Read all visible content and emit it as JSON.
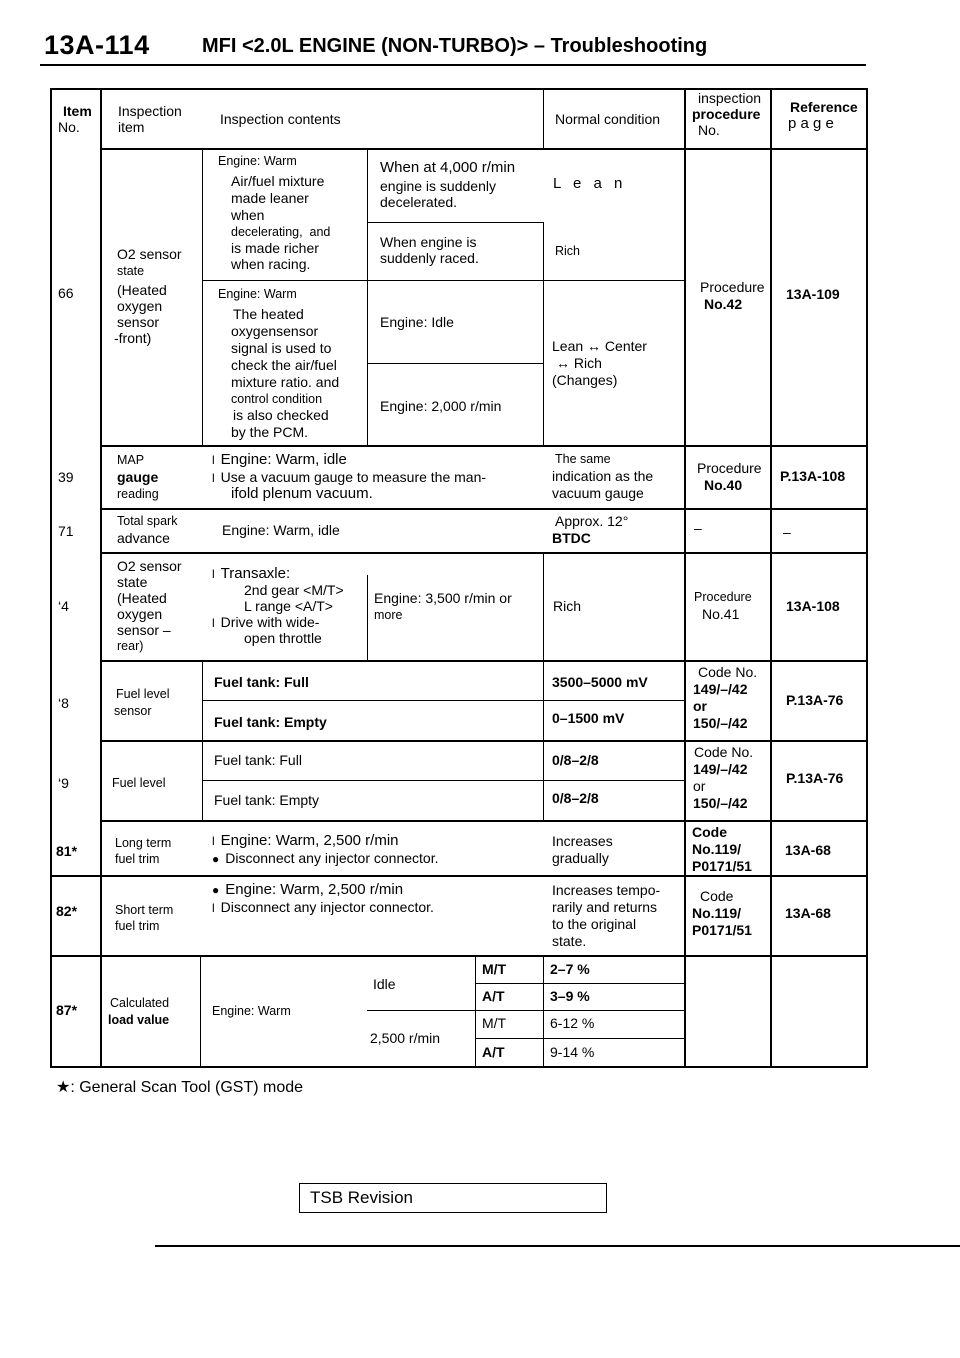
{
  "header": {
    "code": "13A-114",
    "title": "MFI <2.0L ENGINE (NON-TURBO)> – Troubleshooting"
  },
  "columns": {
    "item_no": [
      "Item",
      "No."
    ],
    "inspection_item": [
      "Inspection",
      "item"
    ],
    "inspection_contents": "Inspection contents",
    "normal_condition": "Normal condition",
    "procedure_no": [
      "inspection",
      "procedure",
      "No."
    ],
    "reference_page": [
      "Reference",
      "p a g e"
    ]
  },
  "rows": {
    "r66": {
      "no": "66",
      "item": [
        "O2 sensor",
        "state",
        "(Heated",
        "oxygen",
        "sensor",
        "-front)"
      ],
      "c1_cond": "Engine: Warm",
      "c1_lines": [
        "Air/fuel mixture",
        "made leaner",
        "when",
        "decelerating,  and",
        "is made richer",
        "when racing."
      ],
      "c1_sub1": [
        "When at 4,000 r/min",
        "engine is suddenly",
        "decelerated."
      ],
      "c1_norm1": "L e a n",
      "c1_sub2": [
        "When engine is",
        "suddenly raced."
      ],
      "c1_norm2": "Rich",
      "c2_cond": "Engine: Warm",
      "c2_lines": [
        "The heated",
        "oxygensensor",
        "signal is used to",
        "check the air/fuel",
        "mixture ratio. and",
        "control condition",
        "is also checked",
        "by the PCM."
      ],
      "c2_sub1": "Engine: Idle",
      "c2_sub2": "Engine: 2,000 r/min",
      "c2_norm": [
        "Lean ↔ Center",
        "↔ Rich",
        "(Changes)"
      ],
      "procedure": [
        "Procedure",
        "No.42"
      ],
      "reference": "13A-109"
    },
    "r39": {
      "no": "39",
      "item": [
        "MAP",
        "gauge",
        "reading"
      ],
      "contents": [
        "Engine: Warm, idle",
        "Use a vacuum gauge to measure the man-",
        "ifold plenum vacuum."
      ],
      "normal": [
        "The same",
        "indication as the",
        "vacuum gauge"
      ],
      "procedure": [
        "Procedure",
        "No.40"
      ],
      "reference": "P.13A-108"
    },
    "r71": {
      "no": "71",
      "item": [
        "Total spark",
        "advance"
      ],
      "contents": "Engine: Warm, idle",
      "normal": [
        "Approx. 12°",
        "BTDC"
      ],
      "procedure": "–",
      "reference": "–"
    },
    "r74": {
      "no": "‘4",
      "item": [
        "O2 sensor",
        "state",
        "(Heated",
        "oxygen",
        "sensor –",
        "rear)"
      ],
      "contents": [
        "Transaxle:",
        "2nd gear <M/T>",
        "L range <A/T>",
        "Drive with wide-",
        "open throttle"
      ],
      "sub": [
        "Engine: 3,500 r/min or",
        "more"
      ],
      "normal": "Rich",
      "procedure": [
        "Procedure",
        "No.41"
      ],
      "reference": "13A-108"
    },
    "r78": {
      "no": "‘8",
      "item": [
        "Fuel level",
        "sensor"
      ],
      "sub1": "Fuel tank: Full",
      "norm1": "3500–5000 mV",
      "sub2": "Fuel tank: Empty",
      "norm2": "0–1500 mV",
      "procedure": [
        "Code No.",
        "149/–/42",
        "or",
        "150/–/42"
      ],
      "reference": "P.13A-76"
    },
    "r79": {
      "no": "‘9",
      "item": "Fuel level",
      "sub1": "Fuel tank: Full",
      "norm1": "0/8–2/8",
      "sub2": "Fuel tank: Empty",
      "norm2": "0/8–2/8",
      "procedure": [
        "Code No.",
        "149/–/42",
        "or",
        "150/–/42"
      ],
      "reference": "P.13A-76"
    },
    "r81": {
      "no": "81*",
      "item": [
        "Long term",
        "fuel trim"
      ],
      "contents": [
        "Engine: Warm, 2,500 r/min",
        "Disconnect any injector connector."
      ],
      "normal": [
        "Increases",
        "gradually"
      ],
      "procedure": [
        "Code",
        "No.119/",
        "P0171/51"
      ],
      "reference": "13A-68"
    },
    "r82": {
      "no": "82*",
      "item": [
        "Short term",
        "fuel trim"
      ],
      "contents": [
        "Engine: Warm, 2,500 r/min",
        "Disconnect any injector connector."
      ],
      "normal": [
        "Increases tempo-",
        "rarily and returns",
        "to the original",
        "state."
      ],
      "procedure": [
        "Code",
        "No.119/",
        "P0171/51"
      ],
      "reference": "13A-68"
    },
    "r87": {
      "no": "87*",
      "item": [
        "Calculated",
        "load value"
      ],
      "contents": "Engine: Warm",
      "idle": "Idle",
      "rpm": "2,500 r/min",
      "mt": "M/T",
      "at": "A/T",
      "idle_mt": "2–7 %",
      "idle_at": "3–9 %",
      "rpm_mt": "6-12 %",
      "rpm_at": "9-14 %"
    }
  },
  "footnote": "★: General Scan Tool (GST) mode",
  "tsb": "TSB Revision"
}
